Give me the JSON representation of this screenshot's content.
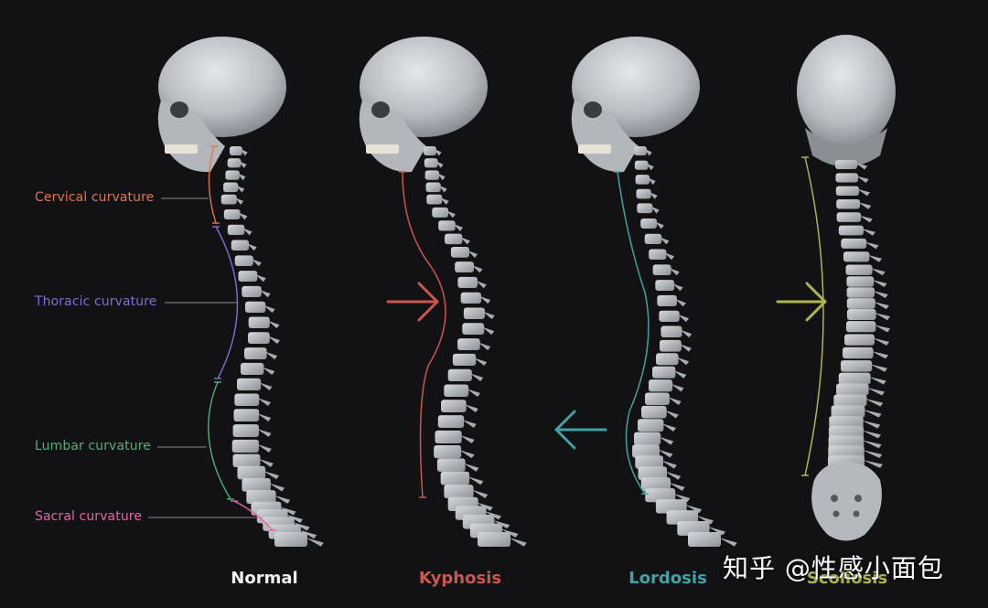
{
  "colors": {
    "background": "#121214",
    "bone": "#c9cdd1",
    "bone_shadow": "#6e7378",
    "cervical": "#e0764a",
    "thoracic": "#7c6fd6",
    "lumbar": "#4fb07a",
    "sacral": "#e066a8",
    "normal_title": "#f2f2f2",
    "kyphosis": "#c9574f",
    "lordosis": "#3fa3a3",
    "scoliosis": "#aeb54e"
  },
  "labels": {
    "cervical": "Cervical curvature",
    "thoracic": "Thoracic curvature",
    "lumbar": "Lumbar curvature",
    "sacral": "Sacral curvature"
  },
  "titles": {
    "normal": "Normal",
    "kyphosis": "Kyphosis",
    "lordosis": "Lordosis",
    "scoliosis": "Scoliosis"
  },
  "watermark": "知乎 @性感小面包",
  "icons": {
    "kyphosis_arrow": "arrow-right-icon",
    "lordosis_arrow": "arrow-left-icon",
    "scoliosis_arrow": "arrow-right-icon"
  }
}
